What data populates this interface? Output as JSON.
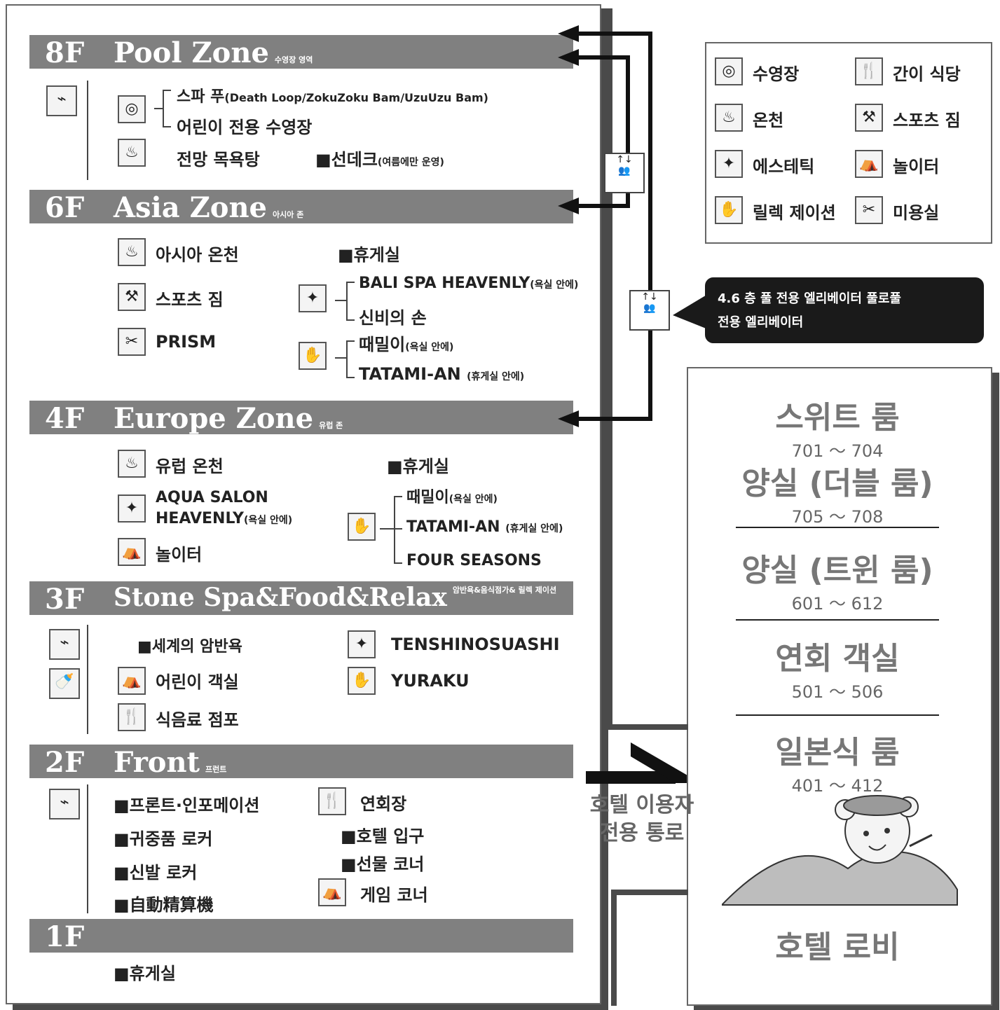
{
  "floors": [
    {
      "id": "8F",
      "floor": "8F",
      "zone": "Pool Zone",
      "sub": "수영장 영역"
    },
    {
      "id": "6F",
      "floor": "6F",
      "zone": "Asia Zone",
      "sub": "아시아 존"
    },
    {
      "id": "4F",
      "floor": "4F",
      "zone": "Europe Zone",
      "sub": "유럽 존"
    },
    {
      "id": "3F",
      "floor": "3F",
      "zone": "Stone Spa&Food&Relax",
      "sub": "암반욕&음식점가& 릴렉 제이션"
    },
    {
      "id": "2F",
      "floor": "2F",
      "zone": "Front",
      "sub": "프런트"
    },
    {
      "id": "1F",
      "floor": "1F",
      "zone": "",
      "sub": ""
    }
  ],
  "f8": {
    "spa_pool": "스파 푸",
    "spa_pool_detail": "(Death Loop/ZokuZoku Bam/UzuUzu Bam)",
    "kids_pool": "어린이 전용 수영장",
    "view_bath": "전망 목욕탕",
    "sundeck": "■선데크",
    "sundeck_note": "(여름에만 운영)"
  },
  "f6": {
    "asia_onsen": "아시아 온천",
    "sports_gym": "스포츠 짐",
    "prism": "PRISM",
    "lounge": "■휴게실",
    "bali_spa": "BALI SPA  HEAVENLY",
    "bali_note": "(욕실 안에)",
    "mystic_hand": "신비의 손",
    "scrub": "때밀이",
    "scrub_note": "(욕실 안에)",
    "tatami": "TATAMI-AN",
    "tatami_note": "(휴게실 안에)"
  },
  "f4": {
    "europe_onsen": "유럽 온천",
    "aqua_salon_1": "AQUA SALON",
    "aqua_salon_2": "HEAVENLY",
    "aqua_note": "(욕실 안에)",
    "playground": "놀이터",
    "lounge": "■휴게실",
    "scrub": "때밀이",
    "scrub_note": "(욕실 안에)",
    "tatami": "TATAMI-AN",
    "tatami_note": "(휴게실 안에)",
    "four_seasons": "FOUR SEASONS"
  },
  "f3": {
    "world_stone": "■세계의 암반욕",
    "kids_room": "어린이 객실",
    "food_shop": "식음료 점포",
    "tenshino": "TENSHINOSUASHI",
    "yuraku": "YURAKU"
  },
  "f2": {
    "front_info": "■프론트·인포메이션",
    "valuables": "■귀중품 로커",
    "shoe_locker": "■신발 로커",
    "auto_pay": "■自動精算機",
    "banquet": "연회장",
    "hotel_entrance": "■호텔 입구",
    "gift_corner": "■선물 코너",
    "game_corner": "게임 코너"
  },
  "f1": {
    "lounge": "■휴게실"
  },
  "legend": [
    {
      "icon": "pool-icon",
      "glyph": "◎",
      "label": "수영장"
    },
    {
      "icon": "restaurant-icon",
      "glyph": "🍴",
      "label": "간이 식당"
    },
    {
      "icon": "onsen-icon",
      "glyph": "♨",
      "label": "온천"
    },
    {
      "icon": "gym-icon",
      "glyph": "⚒",
      "label": "스포츠 짐"
    },
    {
      "icon": "esthetic-icon",
      "glyph": "✦",
      "label": "에스테틱"
    },
    {
      "icon": "playground-icon",
      "glyph": "⛺",
      "label": "놀이터"
    },
    {
      "icon": "relaxation-icon",
      "glyph": "✋",
      "label": "릴렉 제이션"
    },
    {
      "icon": "beauty-salon-icon",
      "glyph": "✂",
      "label": "미용실"
    }
  ],
  "callout": {
    "line1": "4.6 층 풀 전용 엘리베이터 풀로풀",
    "line2": "전용 엘리베이터"
  },
  "hotel": {
    "rooms": [
      {
        "name": "스위트 룸",
        "range": "701 ～ 704"
      },
      {
        "name": "양실 (더블 룸)",
        "range": "705 ～ 708"
      },
      {
        "name": "양실 (트윈 룸)",
        "range": "601 ～ 612"
      },
      {
        "name": "연회 객실",
        "range": "501 ～ 506"
      },
      {
        "name": "일본식 룸",
        "range": "401 ～ 412"
      }
    ],
    "lobby": "호텔 로비"
  },
  "passage": {
    "line1": "호텔 이용자",
    "line2": "전용 통로"
  }
}
